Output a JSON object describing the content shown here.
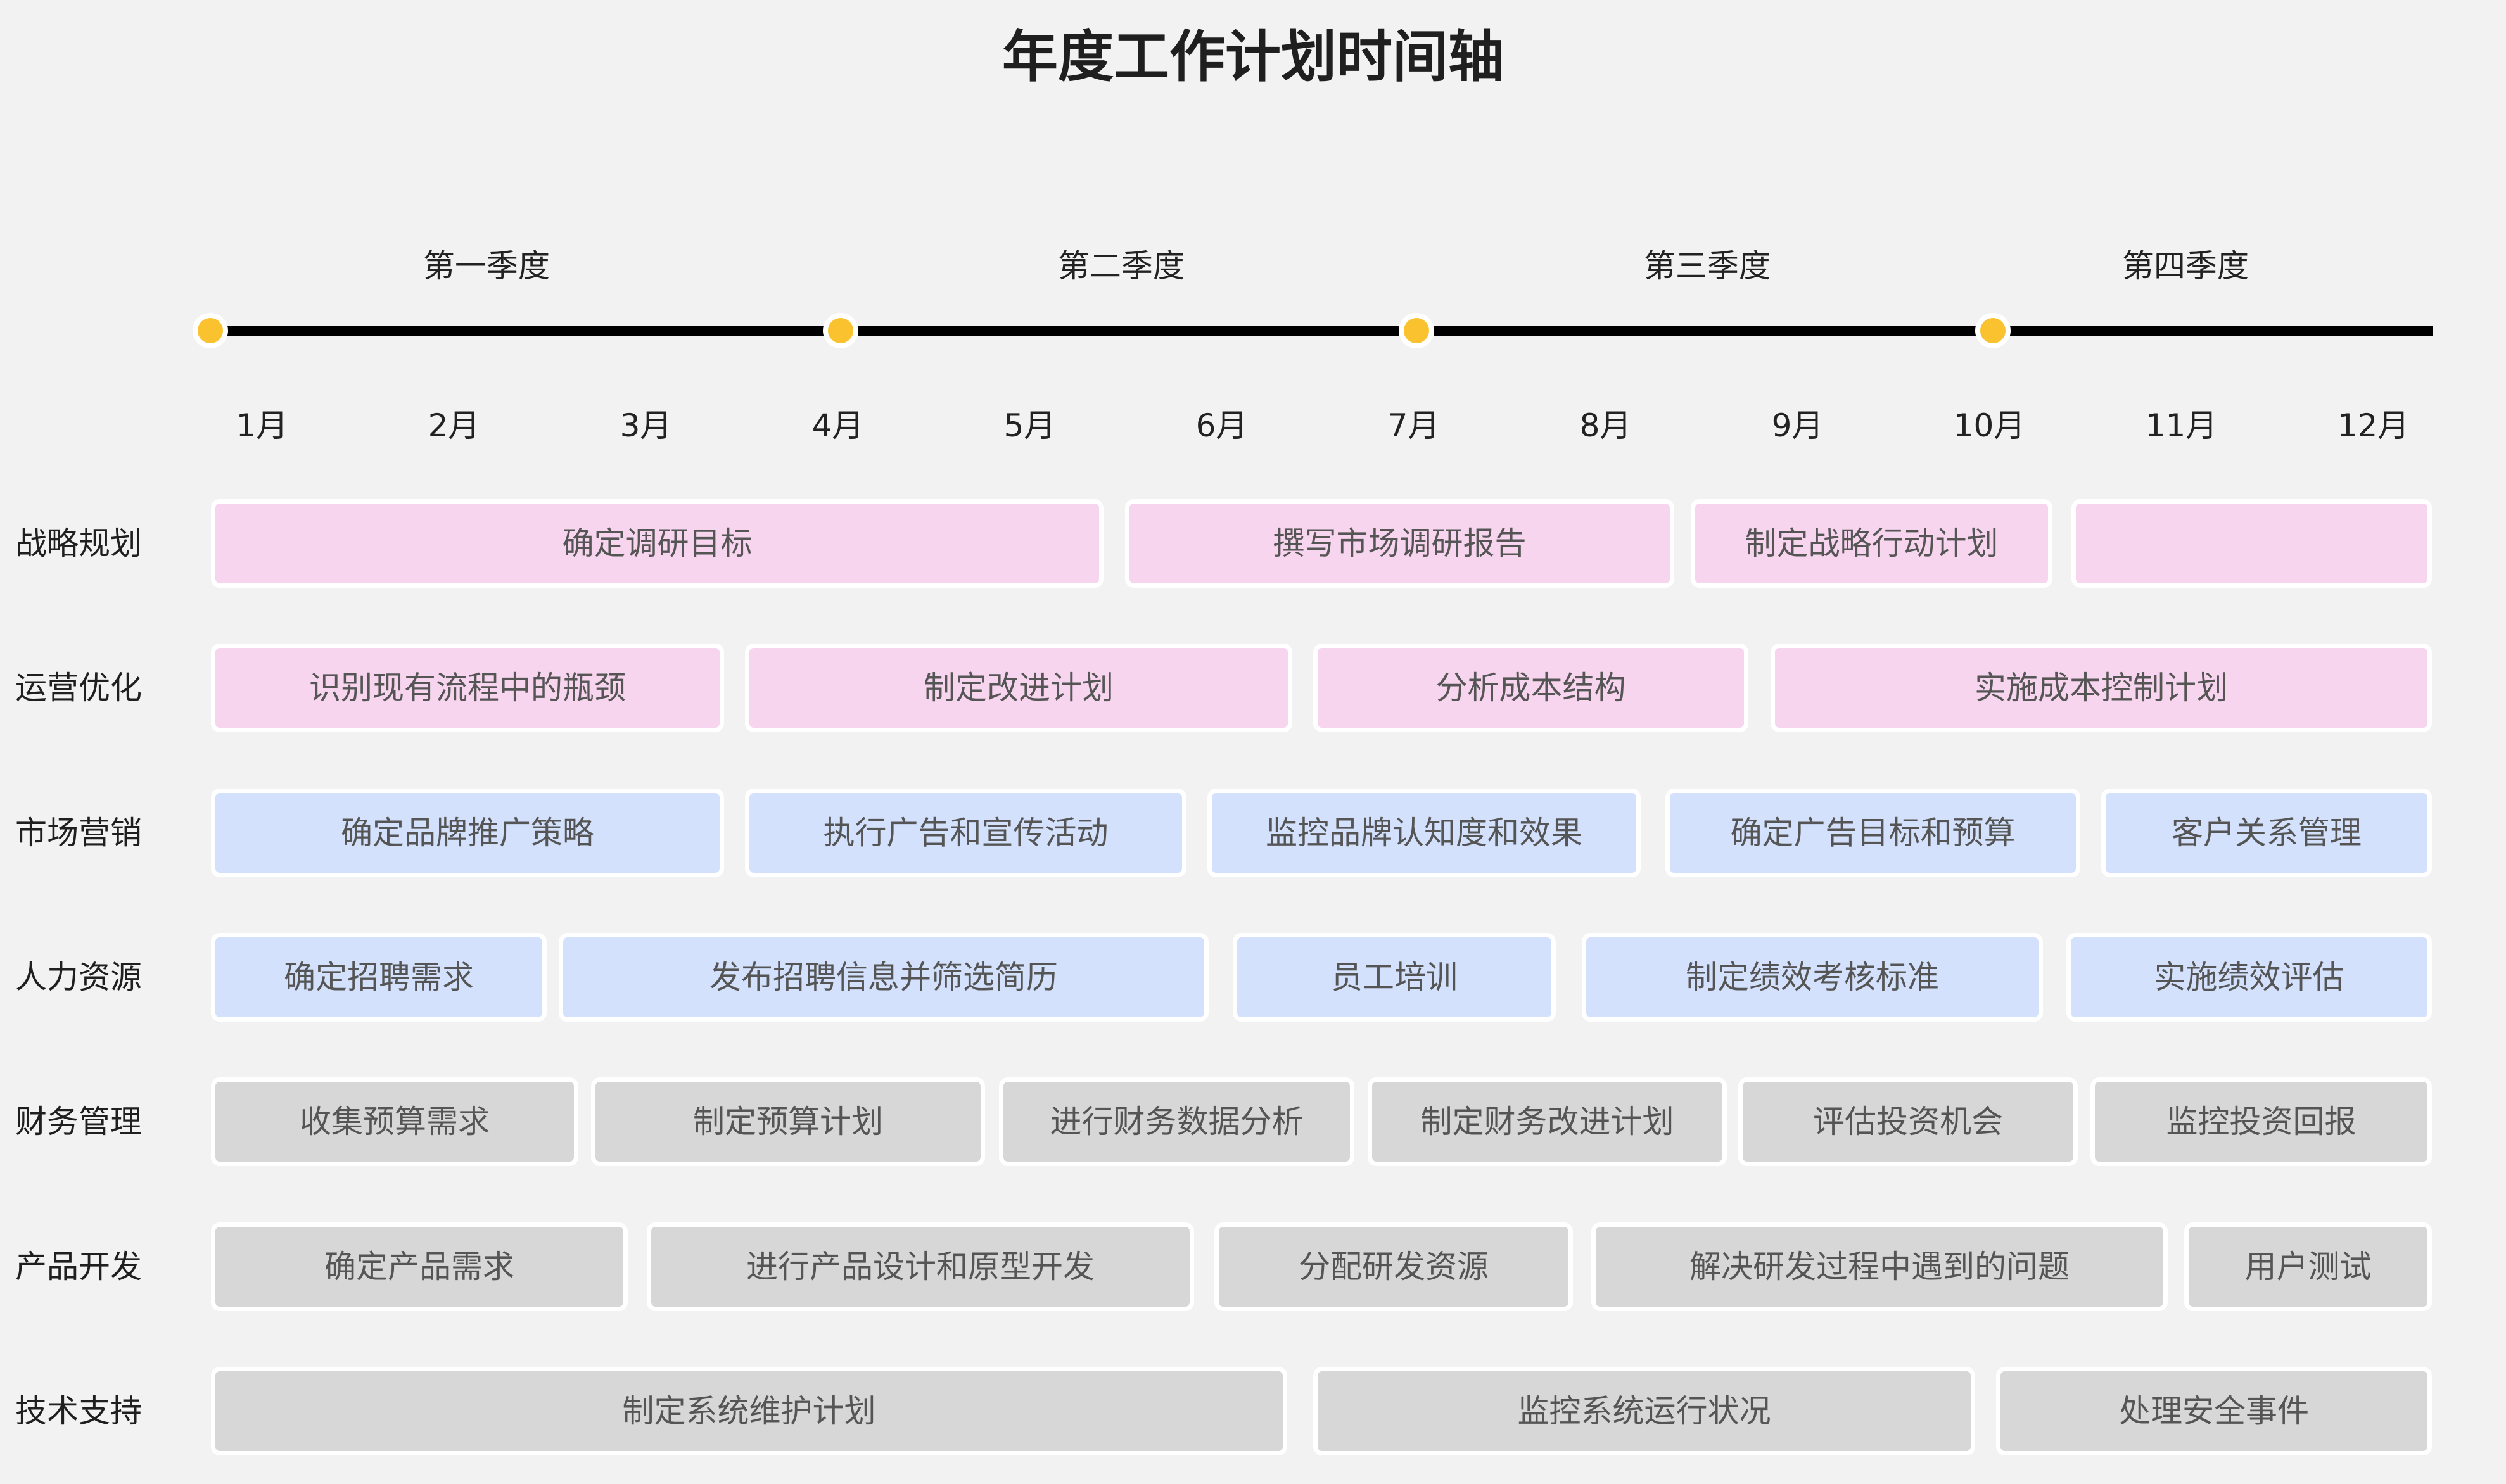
{
  "title": "年度工作计划时间轴",
  "colors": {
    "background": "#f2f2f2",
    "axis": "#000000",
    "milestone_dot": "#f9c22e",
    "pink": "#f8d5ee",
    "blue": "#d3e1fd",
    "gray": "#d7d7d7"
  },
  "quarters": [
    "第一季度",
    "第二季度",
    "第三季度",
    "第四季度"
  ],
  "months": [
    "1月",
    "2月",
    "3月",
    "4月",
    "5月",
    "6月",
    "7月",
    "8月",
    "9月",
    "10月",
    "11月",
    "12月"
  ],
  "rows": [
    {
      "label": "战略规划",
      "color": "pink",
      "tasks": [
        "确定调研目标",
        "撰写市场调研报告",
        "制定战略行动计划",
        ""
      ]
    },
    {
      "label": "运营优化",
      "color": "pink",
      "tasks": [
        "识别现有流程中的瓶颈",
        "制定改进计划",
        "分析成本结构",
        "实施成本控制计划"
      ]
    },
    {
      "label": "市场营销",
      "color": "blue",
      "tasks": [
        "确定品牌推广策略",
        "执行广告和宣传活动",
        "监控品牌认知度和效果",
        "确定广告目标和预算",
        "客户关系管理"
      ]
    },
    {
      "label": "人力资源",
      "color": "blue",
      "tasks": [
        "确定招聘需求",
        "发布招聘信息并筛选简历",
        "员工培训",
        "制定绩效考核标准",
        "实施绩效评估"
      ]
    },
    {
      "label": "财务管理",
      "color": "gray",
      "tasks": [
        "收集预算需求",
        "制定预算计划",
        "进行财务数据分析",
        "制定财务改进计划",
        "评估投资机会",
        "监控投资回报"
      ]
    },
    {
      "label": "产品开发",
      "color": "gray",
      "tasks": [
        "确定产品需求",
        "进行产品设计和原型开发",
        "分配研发资源",
        "解决研发过程中遇到的问题",
        "用户测试"
      ]
    },
    {
      "label": "技术支持",
      "color": "gray",
      "tasks": [
        "制定系统维护计划",
        "监控系统运行状况",
        "处理安全事件"
      ]
    }
  ]
}
